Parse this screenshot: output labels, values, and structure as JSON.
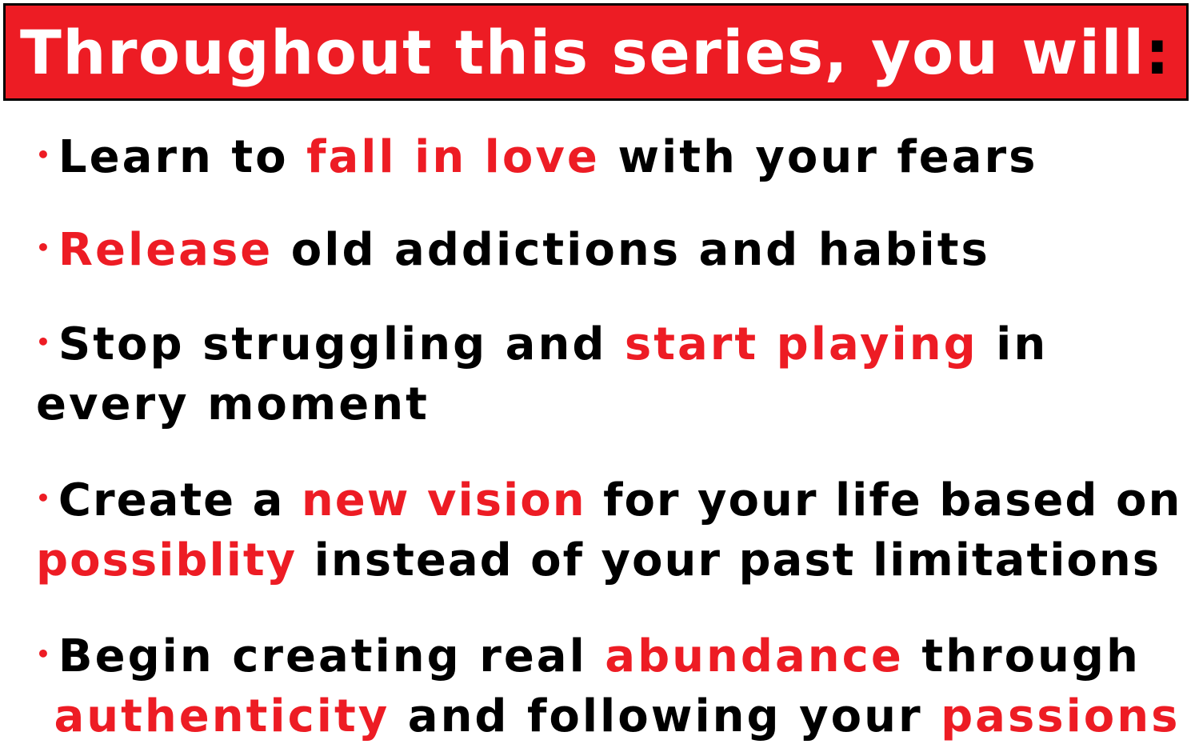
{
  "banner": {
    "title": "Throughout this series, you will",
    "colon": ":"
  },
  "bullet_glyph": "•",
  "colors": {
    "accent": "#ed1c24",
    "text": "#000000",
    "banner_text": "#ffffff"
  },
  "items": [
    {
      "lines": [
        [
          {
            "text": "Learn to ",
            "hl": false
          },
          {
            "text": "fall in love",
            "hl": true
          },
          {
            "text": " with your fears",
            "hl": false
          }
        ]
      ]
    },
    {
      "lines": [
        [
          {
            "text": "Release",
            "hl": true
          },
          {
            "text": " old addictions and habits",
            "hl": false
          }
        ]
      ]
    },
    {
      "lines": [
        [
          {
            "text": "Stop struggling and ",
            "hl": false
          },
          {
            "text": "start playing",
            "hl": true
          },
          {
            "text": " in",
            "hl": false
          }
        ],
        [
          {
            "text": "every moment",
            "hl": false
          }
        ]
      ]
    },
    {
      "lines": [
        [
          {
            "text": "Create a ",
            "hl": false
          },
          {
            "text": "new vision",
            "hl": true
          },
          {
            "text": " for your life based on",
            "hl": false
          }
        ],
        [
          {
            "text": "possiblity",
            "hl": true
          },
          {
            "text": " instead of your past limitations",
            "hl": false
          }
        ]
      ]
    },
    {
      "lines": [
        [
          {
            "text": "Begin creating real ",
            "hl": false
          },
          {
            "text": "abundance",
            "hl": true
          },
          {
            "text": " through",
            "hl": false
          }
        ],
        [
          {
            "text": " ",
            "hl": false
          },
          {
            "text": "authenticity",
            "hl": true
          },
          {
            "text": " and following your ",
            "hl": false
          },
          {
            "text": "passions",
            "hl": true
          }
        ]
      ]
    }
  ]
}
